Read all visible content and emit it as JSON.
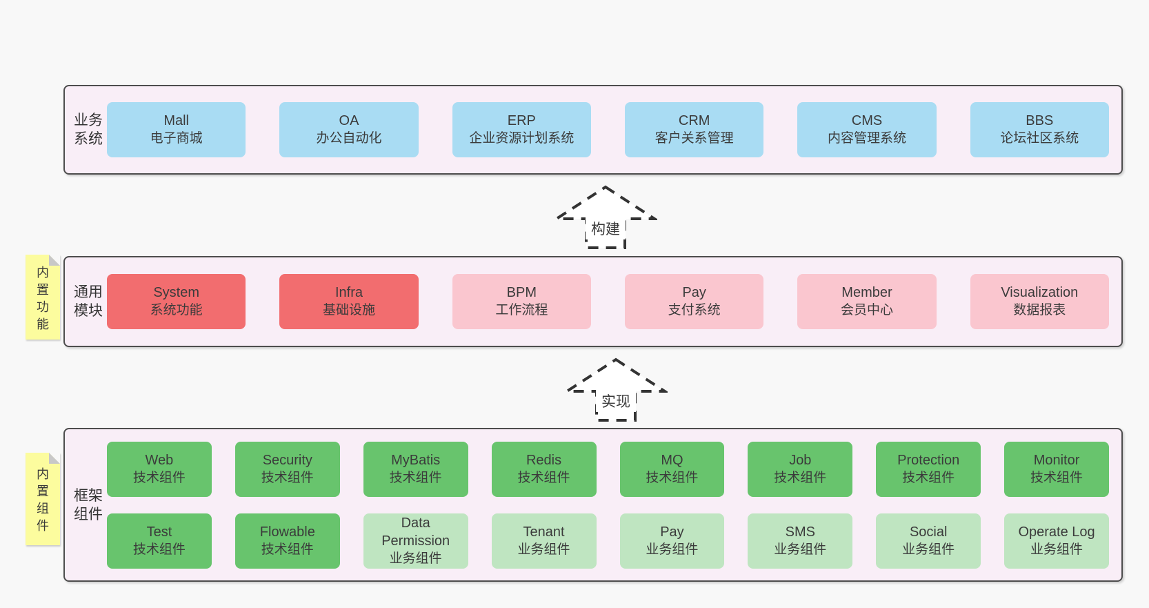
{
  "page": {
    "background": "#f8f8f8"
  },
  "colors": {
    "blue": "#a9dcf3",
    "red": "#f26d6f",
    "pink": "#fac6cf",
    "green": "#68c46d",
    "greenLight": "#bfe5c1",
    "layerBg": "#f9eef7",
    "layerBorder": "#4d4d4d",
    "stickyBg": "#fcfc9e",
    "stickyFold": "#c8c8c8",
    "text": "#3b3b3b"
  },
  "arrows": [
    {
      "label": "构建"
    },
    {
      "label": "实现"
    }
  ],
  "layers": [
    {
      "label": "业务系统",
      "sticky": null,
      "rows": [
        [
          {
            "name": "Mall",
            "subtitle": "电子商城",
            "variant": "blue"
          },
          {
            "name": "OA",
            "subtitle": "办公自动化",
            "variant": "blue"
          },
          {
            "name": "ERP",
            "subtitle": "企业资源计划系统",
            "variant": "blue"
          },
          {
            "name": "CRM",
            "subtitle": "客户关系管理",
            "variant": "blue"
          },
          {
            "name": "CMS",
            "subtitle": "内容管理系统",
            "variant": "blue"
          },
          {
            "name": "BBS",
            "subtitle": "论坛社区系统",
            "variant": "blue"
          }
        ]
      ]
    },
    {
      "label": "通用模块",
      "sticky": "内置功能",
      "rows": [
        [
          {
            "name": "System",
            "subtitle": "系统功能",
            "variant": "red"
          },
          {
            "name": "Infra",
            "subtitle": "基础设施",
            "variant": "red"
          },
          {
            "name": "BPM",
            "subtitle": "工作流程",
            "variant": "pink"
          },
          {
            "name": "Pay",
            "subtitle": "支付系统",
            "variant": "pink"
          },
          {
            "name": "Member",
            "subtitle": "会员中心",
            "variant": "pink"
          },
          {
            "name": "Visualization",
            "subtitle": "数据报表",
            "variant": "pink"
          }
        ]
      ]
    },
    {
      "label": "框架组件",
      "sticky": "内置组件",
      "rows": [
        [
          {
            "name": "Web",
            "subtitle": "技术组件",
            "variant": "green"
          },
          {
            "name": "Security",
            "subtitle": "技术组件",
            "variant": "green"
          },
          {
            "name": "MyBatis",
            "subtitle": "技术组件",
            "variant": "green"
          },
          {
            "name": "Redis",
            "subtitle": "技术组件",
            "variant": "green"
          },
          {
            "name": "MQ",
            "subtitle": "技术组件",
            "variant": "green"
          },
          {
            "name": "Job",
            "subtitle": "技术组件",
            "variant": "green"
          },
          {
            "name": "Protection",
            "subtitle": "技术组件",
            "variant": "green"
          },
          {
            "name": "Monitor",
            "subtitle": "技术组件",
            "variant": "green"
          }
        ],
        [
          {
            "name": "Test",
            "subtitle": "技术组件",
            "variant": "green"
          },
          {
            "name": "Flowable",
            "subtitle": "技术组件",
            "variant": "green"
          },
          {
            "name": "Data Permission",
            "subtitle": "业务组件",
            "variant": "greenLight"
          },
          {
            "name": "Tenant",
            "subtitle": "业务组件",
            "variant": "greenLight"
          },
          {
            "name": "Pay",
            "subtitle": "业务组件",
            "variant": "greenLight"
          },
          {
            "name": "SMS",
            "subtitle": "业务组件",
            "variant": "greenLight"
          },
          {
            "name": "Social",
            "subtitle": "业务组件",
            "variant": "greenLight"
          },
          {
            "name": "Operate Log",
            "subtitle": "业务组件",
            "variant": "greenLight"
          }
        ]
      ]
    }
  ]
}
